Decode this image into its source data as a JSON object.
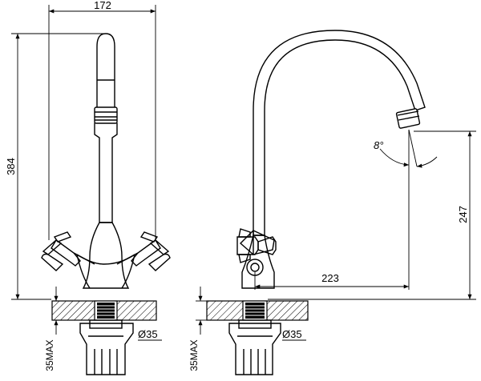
{
  "dimensions": {
    "front_width": "172",
    "front_height": "384",
    "side_height": "247",
    "spout_reach": "223",
    "hole_diameter_left": "Ø35",
    "hole_diameter_right": "Ø35",
    "max_thickness_left": "35MAX",
    "max_thickness_right": "35MAX",
    "swivel_angle": "8°"
  }
}
